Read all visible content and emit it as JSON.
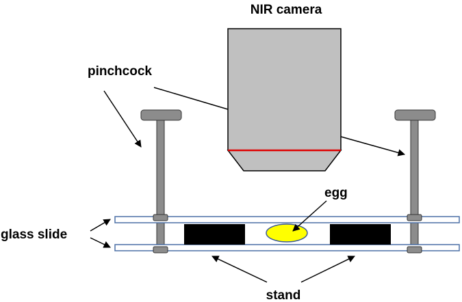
{
  "labels": {
    "camera": "NIR camera",
    "pinchcock": "pinchcock",
    "egg": "egg",
    "glass_slide": "glass slide",
    "stand": "stand"
  },
  "colors": {
    "camera_body": "#c0c0c0",
    "camera_outline": "#000000",
    "focal_line": "#e00000",
    "pinchcock_metal": "#8c8c8c",
    "slide_fill": "#ffffff",
    "slide_border": "#4a6fa5",
    "stand_block": "#000000",
    "egg_fill": "#ffff00",
    "egg_outline": "#3b5998"
  }
}
